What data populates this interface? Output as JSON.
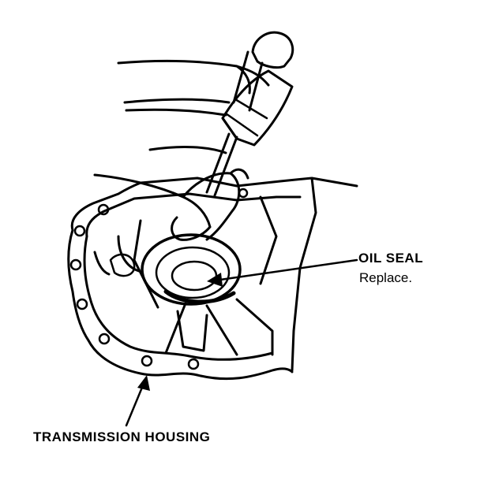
{
  "diagram": {
    "callouts": [
      {
        "id": "oil-seal",
        "title": "OIL SEAL",
        "note": "Replace."
      },
      {
        "id": "transmission-housing",
        "title": "TRANSMISSION HOUSING"
      }
    ]
  },
  "colors": {
    "ink": "#000000",
    "paper": "#ffffff"
  }
}
